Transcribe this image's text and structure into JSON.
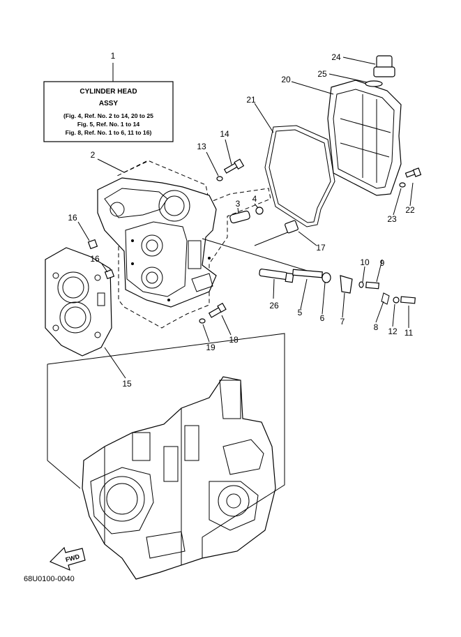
{
  "assembly_box": {
    "title": "CYLINDER HEAD",
    "subtitle": "ASSY",
    "refs": [
      "(Fig. 4, Ref. No. 2 to 14, 20 to 25",
      "Fig. 5, Ref. No. 1 to 14",
      "Fig. 8, Ref. No. 1 to 6, 11 to 16)"
    ]
  },
  "callouts": {
    "c1": "1",
    "c2": "2",
    "c3": "3",
    "c4": "4",
    "c5": "5",
    "c6": "6",
    "c7": "7",
    "c8": "8",
    "c9": "9",
    "c10": "10",
    "c11": "11",
    "c12": "12",
    "c13": "13",
    "c14": "14",
    "c15": "15",
    "c16a": "16",
    "c16b": "16",
    "c17": "17",
    "c18": "18",
    "c19": "19",
    "c20": "20",
    "c21": "21",
    "c22": "22",
    "c23": "23",
    "c24": "24",
    "c25": "25",
    "c26": "26"
  },
  "fwd_label": "FWD",
  "diagram_code": "68U0100-0040"
}
